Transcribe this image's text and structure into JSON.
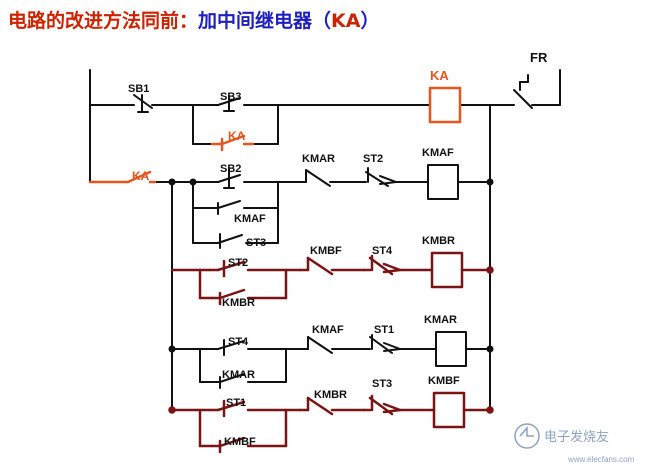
{
  "title": {
    "part1": "电路的改进方法同前：",
    "part2": "加中间继电器（",
    "part3": "KA",
    "part4": "）"
  },
  "labels": {
    "sb1": "SB1",
    "sb2": "SB2",
    "sb3": "SB3",
    "ka_coil": "KA",
    "ka_contact_main": "KA",
    "ka_contact_hold": "KA",
    "fr": "FR",
    "kmar_r2": "KMAR",
    "st2_r2": "ST2",
    "kmaf_coil": "KMAF",
    "kmaf_r2b": "KMAF",
    "st3_r2b": "ST3",
    "st2_r3": "ST2",
    "kmbf_r3": "KMBF",
    "st4_r3": "ST4",
    "kmbr_coil": "KMBR",
    "kmbr_r3b": "KMBR",
    "st4_r4": "ST4",
    "kmaf_r4": "KMAF",
    "st1_r4": "ST1",
    "kmar_coil": "KMAR",
    "kmar_r4b": "KMAR",
    "st1_r5": "ST1",
    "kmbr_r5": "KMBR",
    "st3_r5": "ST3",
    "kmbf_coil": "KMBF",
    "kmbf_r5b": "KMBF"
  },
  "watermark": {
    "text": "电子发烧友",
    "url": "www.elecfans.com"
  },
  "colors": {
    "wire_black": "#111111",
    "wire_dark_red": "#7a1414",
    "highlight_orange": "#e4561d",
    "title_red": "#cc2200",
    "title_blue": "#1f1fc0"
  }
}
